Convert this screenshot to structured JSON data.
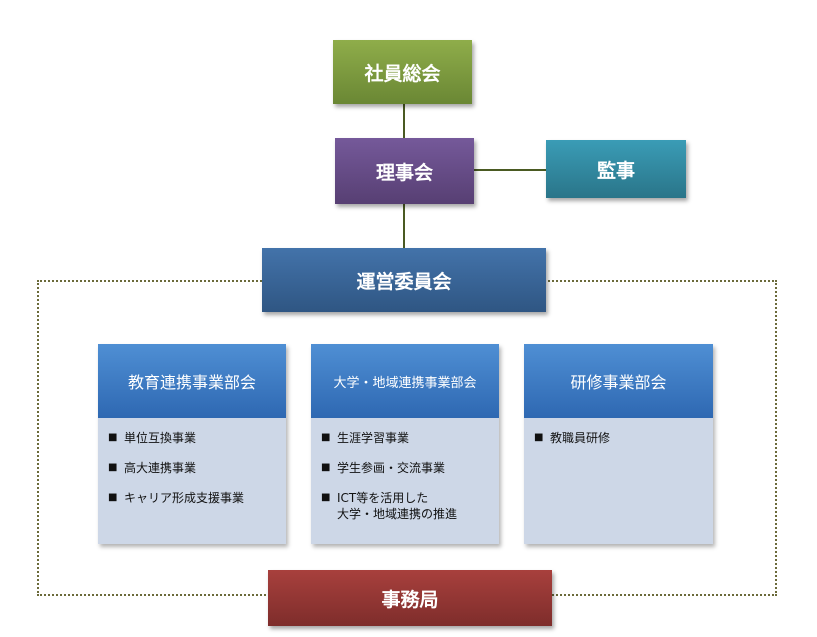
{
  "top": {
    "label": "社員総会",
    "color": "#77933c"
  },
  "board": {
    "label": "理事会",
    "color": "#60497a"
  },
  "auditor": {
    "label": "監事",
    "color": "#31859c"
  },
  "committee": {
    "label": "運営委員会",
    "color": "#376092"
  },
  "secretariat": {
    "label": "事務局",
    "color": "#953735"
  },
  "departments": [
    {
      "title": "教育連携事業部会",
      "items": [
        "単位互換事業",
        "高大連携事業",
        "キャリア形成支援事業"
      ]
    },
    {
      "title": "大学・地域連携事業部会",
      "items": [
        "生涯学習事業",
        "学生参画・交流事業",
        "ICT等を活用した\n大学・地域連携の推進"
      ]
    },
    {
      "title": "研修事業部会",
      "items": [
        "教職員研修"
      ]
    }
  ],
  "bullet": "■"
}
